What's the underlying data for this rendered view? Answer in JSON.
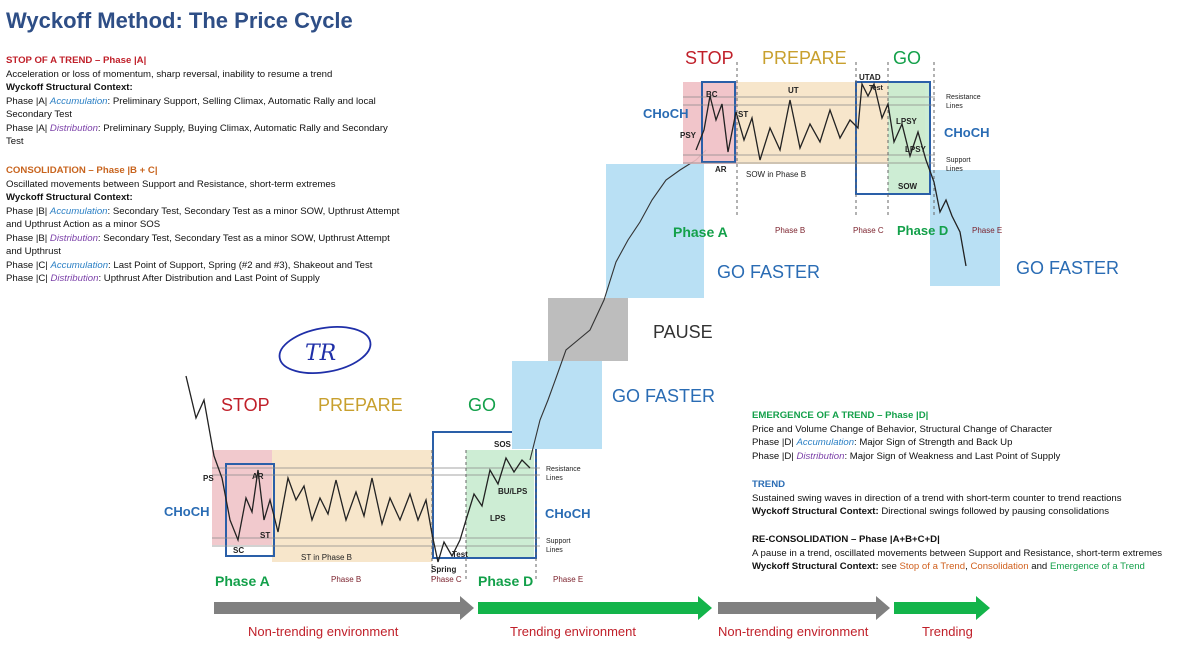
{
  "title": "Wyckoff Method: The Price Cycle",
  "stop_section": {
    "heading": "STOP OF A TREND – Phase |A|",
    "desc": "Acceleration or loss of momentum, sharp reversal, inability to resume a trend",
    "context_label": "Wyckoff Structural Context:",
    "acc_prefix": "Phase |A| ",
    "acc_word": "Accumulation",
    "acc_text": ": Preliminary Support, Selling Climax, Automatic Rally and local Secondary Test",
    "dis_prefix": "Phase |A| ",
    "dis_word": "Distribution",
    "dis_text": ": Preliminary Supply, Buying Climax, Automatic Rally and Secondary Test"
  },
  "consol_section": {
    "heading": "CONSOLIDATION – Phase |B + C|",
    "desc": "Oscillated movements between Support and Resistance, short-term extremes",
    "context_label": "Wyckoff Structural Context:",
    "b_acc_prefix": "Phase |B| ",
    "b_acc_word": "Accumulation",
    "b_acc_text": ": Secondary Test, Secondary Test as a minor SOW, Upthrust Attempt and Upthrust Action as a minor SOS",
    "b_dis_prefix": "Phase |B| ",
    "b_dis_word": "Distribution",
    "b_dis_text": ": Secondary Test, Secondary Test as a minor SOW, Upthrust Attempt and Upthrust",
    "c_acc_prefix": "Phase |C| ",
    "c_acc_word": "Accumulation",
    "c_acc_text": ": Last Point of Support, Spring (#2 and #3), Shakeout and Test",
    "c_dis_prefix": "Phase |C| ",
    "c_dis_word": "Distribution",
    "c_dis_text": ": Upthrust After Distribution and Last Point of Supply"
  },
  "emergence_section": {
    "heading": "EMERGENCE OF A TREND – Phase |D|",
    "desc": "Price and Volume Change of Behavior, Structural Change of Character",
    "acc_prefix": "Phase |D| ",
    "acc_word": "Accumulation",
    "acc_text": ": Major Sign of Strength and Back Up",
    "dis_prefix": "Phase |D| ",
    "dis_word": "Distribution",
    "dis_text": ": Major Sign of Weakness and Last Point of Supply"
  },
  "trend_section": {
    "heading": "TREND",
    "desc": "Sustained swing waves in direction of a trend with short-term counter to trend reactions",
    "context_label": "Wyckoff Structural Context:",
    "context_text": " Directional swings followed by pausing consolidations"
  },
  "recon_section": {
    "heading": "RE-CONSOLIDATION – Phase |A+B+C+D|",
    "desc": "A pause in a trend, oscillated movements between Support and Resistance, short-term extremes",
    "context_label": "Wyckoff Structural Context:",
    "see": " see ",
    "link1": "Stop of a Trend",
    "sep": ", ",
    "link2": "Consolidation",
    "and": " and ",
    "link3": "Emergence of a Trend"
  },
  "lower": {
    "stop": "STOP",
    "prepare": "PREPARE",
    "go": "GO",
    "choch_left": "CHoCH",
    "choch_right": "CHoCH",
    "ps": "PS",
    "ar": "AR",
    "sc": "SC",
    "st": "ST",
    "st_phase_b": "ST in Phase B",
    "spring": "Spring",
    "test": "Test",
    "sos": "SOS",
    "bu_lps": "BU/LPS",
    "lps": "LPS",
    "resistance": "Resistance",
    "support": "Support",
    "lines": "Lines",
    "phase_a": "Phase A",
    "phase_b": "Phase B",
    "phase_c": "Phase C",
    "phase_d": "Phase D",
    "phase_e": "Phase E"
  },
  "middle": {
    "go_faster_1": "GO FASTER",
    "pause": "PAUSE",
    "go_faster_2": "GO FASTER",
    "go_faster_3": "GO FASTER"
  },
  "upper": {
    "stop": "STOP",
    "prepare": "PREPARE",
    "go": "GO",
    "choch_left": "CHoCH",
    "choch_right": "CHoCH",
    "bc": "BC",
    "psy": "PSY",
    "ar": "AR",
    "st": "ST",
    "ut": "UT",
    "utad": "UTAD",
    "test": "Test",
    "lpsy1": "LPSY",
    "lpsy2": "LPSY",
    "sow": "SOW",
    "sow_phase_b": "SOW in Phase B",
    "resistance": "Resistance",
    "support": "Support",
    "lines": "Lines",
    "phase_a": "Phase A",
    "phase_b": "Phase B",
    "phase_c": "Phase C",
    "phase_d": "Phase D",
    "phase_e": "Phase E"
  },
  "environment": {
    "non_trending_1": "Non-trending environment",
    "trending": "Trending environment",
    "non_trending_2": "Non-trending environment",
    "trending_2": "Trending"
  },
  "annotation": "TR",
  "colors": {
    "title": "#2e4e86",
    "red": "#c0202a",
    "orange": "#c8641e",
    "green": "#13a04a",
    "blue": "#2a6cb4",
    "gray_arrow": "#808080",
    "green_arrow": "#13b44a",
    "light_blue": "#b9e0f4",
    "peach": "#f6e2c2",
    "pink": "#efbfc4",
    "mint": "#c8ebcf",
    "pause_gray": "#bdbdbd"
  }
}
